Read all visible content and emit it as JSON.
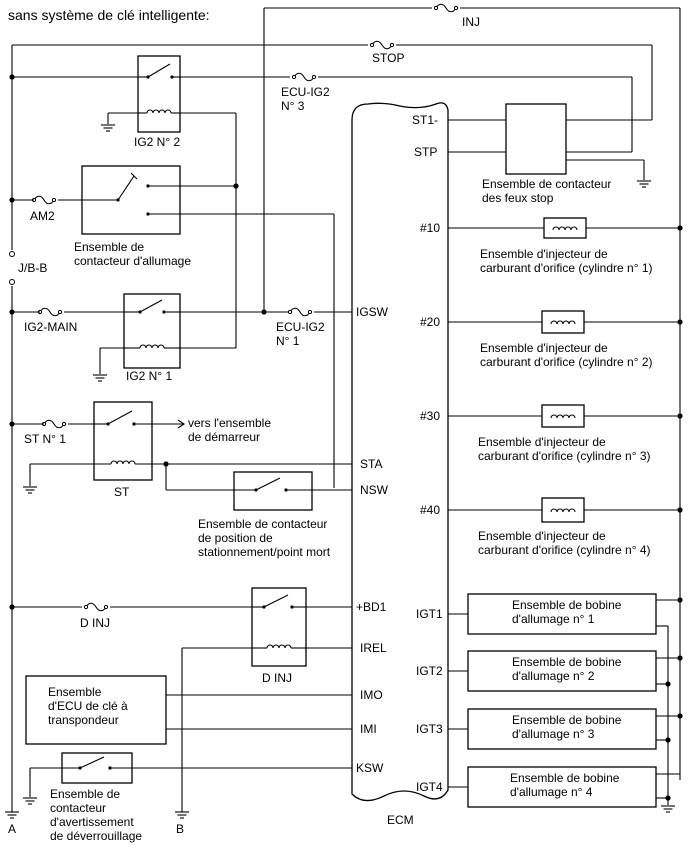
{
  "diagram": {
    "title": "sans système de clé intelligente:",
    "ecm_label": "ECM",
    "wire_labels": {
      "inj": "INJ",
      "stop": "STOP",
      "ecu_ig2_3_a": "ECU-IG2",
      "ecu_ig2_3_b": "N° 3",
      "am2": "AM2",
      "jbb": "J/B-B",
      "ig2_main": "IG2-MAIN",
      "ecu_ig2_1_a": "ECU-IG2",
      "ecu_ig2_1_b": "N° 1",
      "st1_fuse": "ST N° 1",
      "d_inj_fuse": "D INJ",
      "ground_a": "A",
      "ground_b": "B"
    },
    "relays": {
      "ig2_2": "IG2 N° 2",
      "ig2_1": "IG2 N° 1",
      "st": "ST",
      "d_inj": "D INJ"
    },
    "components": {
      "ignition_switch_1": "Ensemble de",
      "ignition_switch_2": "contacteur d'allumage",
      "starter_1": "vers l'ensemble",
      "starter_2": "de démarreur",
      "park_neutral_1": "Ensemble de contacteur",
      "park_neutral_2": "de position de",
      "park_neutral_3": "stationnement/point mort",
      "transponder_1": "Ensemble",
      "transponder_2": "d'ECU de clé à",
      "transponder_3": "transpondeur",
      "unlock_warn_1": "Ensemble de",
      "unlock_warn_2": "contacteur",
      "unlock_warn_3": "d'avertissement",
      "unlock_warn_4": "de déverrouillage",
      "stop_light_1": "Ensemble de contacteur",
      "stop_light_2": "des feux stop"
    },
    "ecm_pins_left": [
      "IGSW",
      "STA",
      "NSW",
      "+BD1",
      "IREL",
      "IMO",
      "IMI",
      "KSW"
    ],
    "ecm_pins_right": [
      "ST1-",
      "STP",
      "#10",
      "#20",
      "#30",
      "#40",
      "IGT1",
      "IGT2",
      "IGT3",
      "IGT4"
    ],
    "injectors": [
      {
        "l1": "Ensemble d'injecteur de",
        "l2": "carburant d'orifice (cylindre n° 1)"
      },
      {
        "l1": "Ensemble d'injecteur de",
        "l2": "carburant d'orifice (cylindre n° 2)"
      },
      {
        "l1": "Ensemble d'injecteur de",
        "l2": "carburant d'orifice (cylindre n° 3)"
      },
      {
        "l1": "Ensemble d'injecteur de",
        "l2": "carburant d'orifice (cylindre n° 4)"
      }
    ],
    "coils": [
      {
        "l1": "Ensemble de bobine",
        "l2": "d'allumage n° 1"
      },
      {
        "l1": "Ensemble de bobine",
        "l2": "d'allumage n° 2"
      },
      {
        "l1": "Ensemble de bobine",
        "l2": "d'allumage n° 3"
      },
      {
        "l1": "Ensemble de bobine",
        "l2": "d'allumage n° 4"
      }
    ]
  }
}
